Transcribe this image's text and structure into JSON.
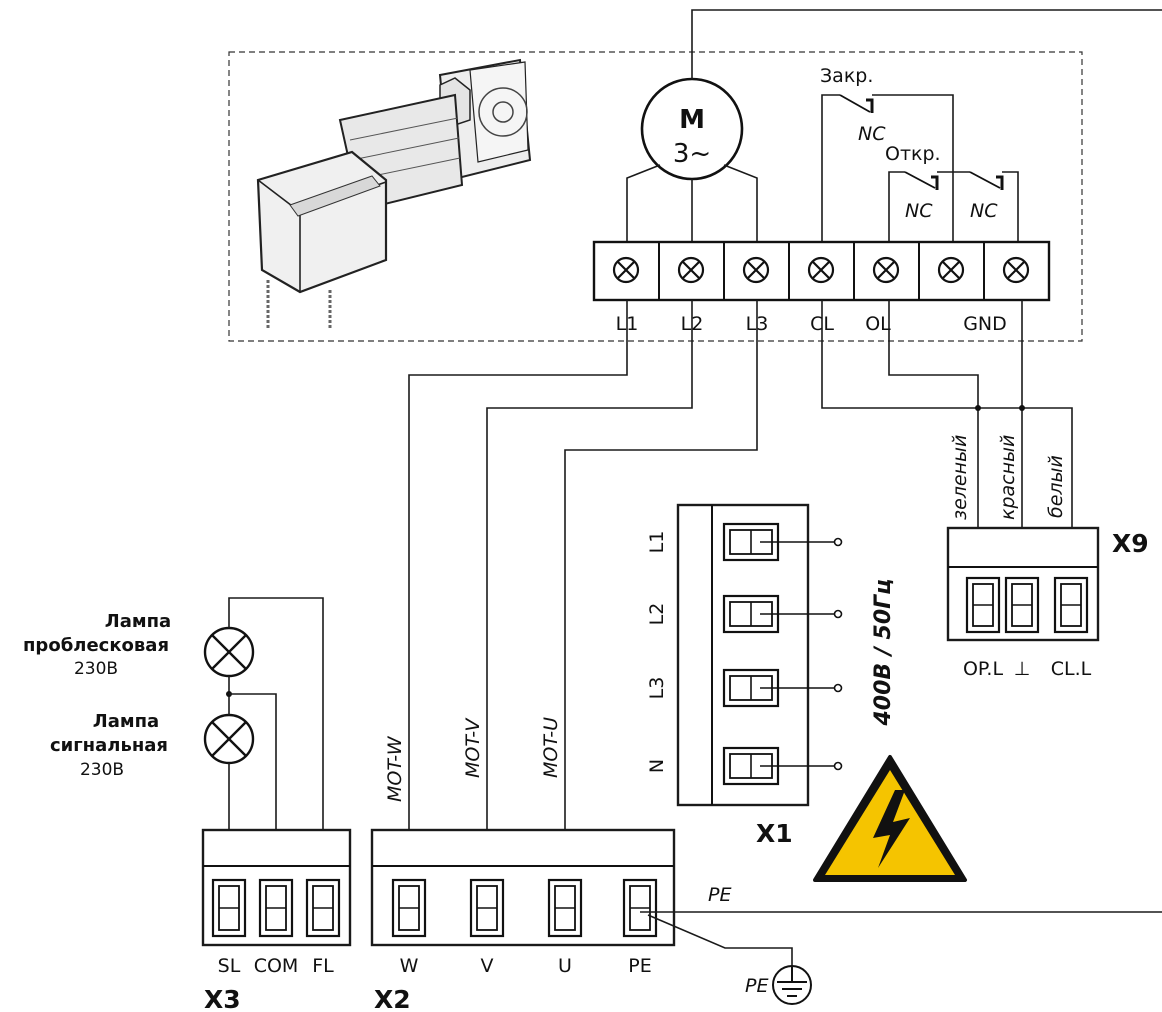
{
  "motor": {
    "symbol": "M",
    "phase": "3~"
  },
  "limit_switches": {
    "close_label": "Закр.",
    "open_label": "Откр.",
    "contact_type": "NC"
  },
  "motor_terminal_block": {
    "labels": [
      "L1",
      "L2",
      "L3",
      "CL",
      "OL",
      "GND"
    ]
  },
  "cable_labels": [
    "MOT-W",
    "MOT-V",
    "MOT-U"
  ],
  "x2": {
    "name": "X2",
    "labels": [
      "W",
      "V",
      "U",
      "PE"
    ]
  },
  "x3": {
    "name": "X3",
    "labels": [
      "SL",
      "COM",
      "FL"
    ]
  },
  "x1": {
    "name": "X1",
    "labels": [
      "L1",
      "L2",
      "L3",
      "N"
    ],
    "supply": "400В / 50Гц"
  },
  "x9": {
    "name": "X9",
    "labels": [
      "OP.L",
      "⊥",
      "CL.L"
    ],
    "wire_colors": [
      "зеленый",
      "красный",
      "белый"
    ]
  },
  "lamps": [
    {
      "line1": "Лампа",
      "line2": "проблесковая",
      "rating": "230В"
    },
    {
      "line1": "Лампа",
      "line2": "сигнальная",
      "rating": "230В"
    }
  ],
  "pe_label": "PE",
  "colors": {
    "line": "#1a1a1a",
    "warning_yellow": "#f5c400"
  }
}
